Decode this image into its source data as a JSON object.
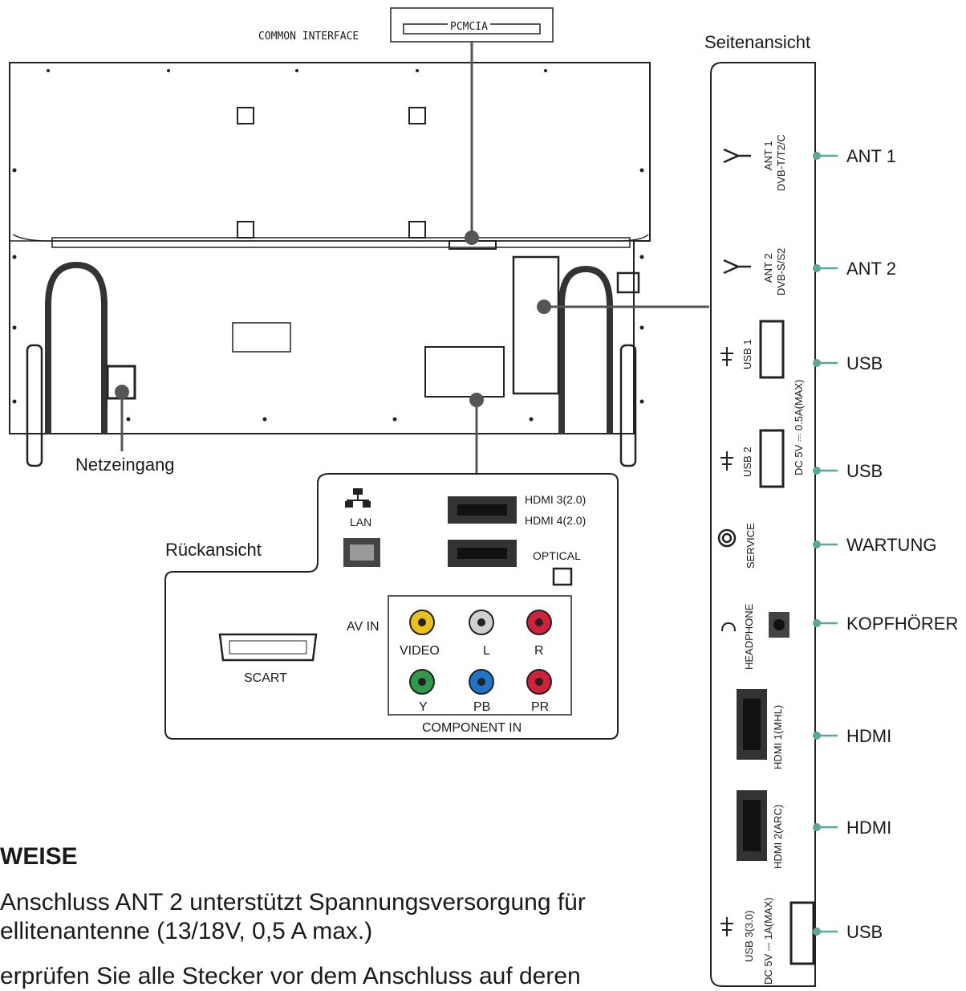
{
  "common_interface": "COMMON INTERFACE",
  "pcmcia": "PCMCIA",
  "side_view_title": "Seitenansicht",
  "rear_view_title": "Rückansicht",
  "power_in": "Netzeingang",
  "rear_panel": {
    "lan": "LAN",
    "hdmi3": "HDMI 3(2.0)",
    "hdmi4": "HDMI 4(2.0)",
    "optical": "OPTICAL",
    "av_in": "AV IN",
    "video": "VIDEO",
    "l": "L",
    "r": "R",
    "y": "Y",
    "pb": "PB",
    "pr": "PR",
    "component_in": "COMPONENT IN",
    "scart": "SCART"
  },
  "side_panel": {
    "ant1_line1": "ANT 1",
    "ant1_line2": "DVB-T/T2/C",
    "ant2_line1": "ANT 2",
    "ant2_line2": "DVB-S/S2",
    "usb1": "USB 1",
    "usb2": "USB 2",
    "usb_power": "DC 5V ⎓ 0.5A(MAX)",
    "service": "SERVICE",
    "headphone": "HEADPHONE",
    "hdmi1": "HDMI 1(MHL)",
    "hdmi2": "HDMI 2(ARC)",
    "usb3_line1": "USB 3(3.0)",
    "usb3_line2": "DC 5V ⎓ 1A(MAX)"
  },
  "side_labels": {
    "ant1": "ANT 1",
    "ant2": "ANT 2",
    "usb_a": "USB",
    "usb_b": "USB",
    "service": "WARTUNG",
    "headphone": "KOPFHÖRER",
    "hdmi_a": "HDMI",
    "hdmi_b": "HDMI",
    "usb_c": "USB"
  },
  "notes": {
    "title": "WEISE",
    "line1": " Anschluss ANT 2 unterstützt Spannungsversorgung für",
    "line2": "ellitenantenne (13/18V, 0,5 A max.)",
    "line3": "erprüfen Sie alle Stecker vor dem Anschluss auf deren"
  },
  "colors": {
    "line": "#222222",
    "teal": "#5aa89a",
    "yellow": "#e8c21a",
    "white_jack": "#cfcfcf",
    "red": "#d0203a",
    "green": "#2f9a4a",
    "blue": "#1f74c8"
  }
}
